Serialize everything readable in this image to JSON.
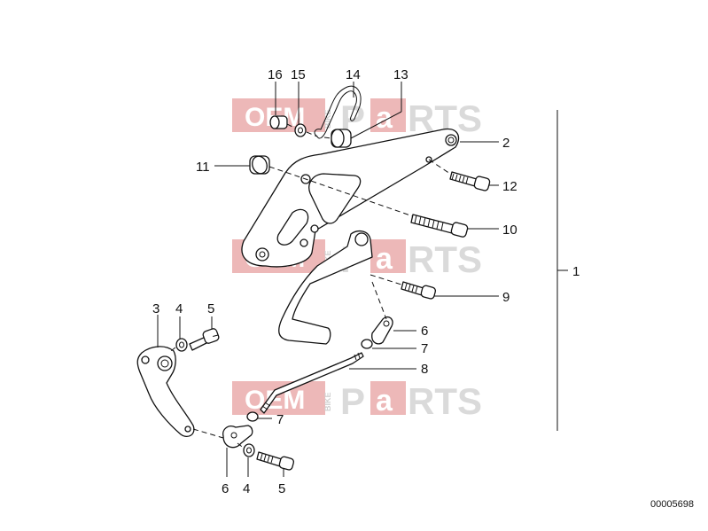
{
  "watermark": {
    "brand_left": "OEM",
    "brand_small": "BIKE",
    "brand_right_accent": "a",
    "brand_right_prefix": "P",
    "brand_right_suffix": "RTS",
    "accent_color": "#e8a0a0",
    "grey_color": "#c9c9c9"
  },
  "callouts": [
    {
      "id": "1",
      "label": "1"
    },
    {
      "id": "2",
      "label": "2"
    },
    {
      "id": "3",
      "label": "3"
    },
    {
      "id": "4a",
      "label": "4"
    },
    {
      "id": "5a",
      "label": "5"
    },
    {
      "id": "6a",
      "label": "6"
    },
    {
      "id": "7a",
      "label": "7"
    },
    {
      "id": "8",
      "label": "8"
    },
    {
      "id": "7b",
      "label": "7"
    },
    {
      "id": "6b",
      "label": "6"
    },
    {
      "id": "4b",
      "label": "4"
    },
    {
      "id": "5b",
      "label": "5"
    },
    {
      "id": "9",
      "label": "9"
    },
    {
      "id": "10",
      "label": "10"
    },
    {
      "id": "11",
      "label": "11"
    },
    {
      "id": "12",
      "label": "12"
    },
    {
      "id": "13",
      "label": "13"
    },
    {
      "id": "14",
      "label": "14"
    },
    {
      "id": "15",
      "label": "15"
    },
    {
      "id": "16",
      "label": "16"
    }
  ],
  "diagram_code": "00005698"
}
